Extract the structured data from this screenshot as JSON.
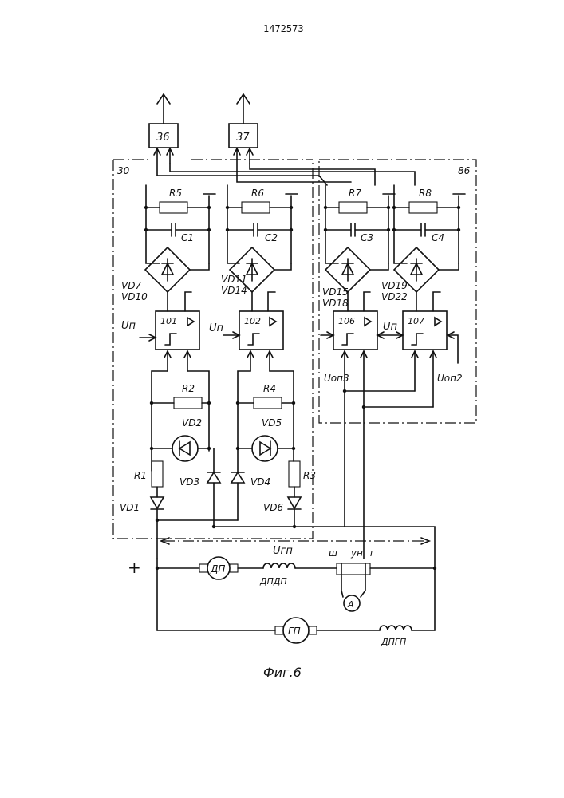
{
  "patent_number": "1472573",
  "figure_caption": "Фиг.6",
  "blocks": {
    "out_left": "36",
    "out_right": "37",
    "frame_left": "30",
    "frame_right": "86"
  },
  "amplifiers": {
    "a1": "101",
    "a2": "102",
    "a3": "106",
    "a4": "107"
  },
  "resistors": {
    "r5": "R5",
    "r6": "R6",
    "r7": "R7",
    "r8": "R8",
    "r2": "R2",
    "r4": "R4",
    "r1": "R1",
    "r3": "R3"
  },
  "capacitors": {
    "c1": "C1",
    "c2": "C2",
    "c3": "C3",
    "c4": "C4"
  },
  "diodes": {
    "vd7": "VD7",
    "vd10": "VD10",
    "vd11": "VD11",
    "vd14": "VD14",
    "vd15": "VD15",
    "vd18": "VD18",
    "vd19": "VD19",
    "vd22": "VD22",
    "vd2": "VD2",
    "vd5": "VD5",
    "vd3": "VD3",
    "vd4": "VD4",
    "vd1": "VD1",
    "vd6": "VD6"
  },
  "signals": {
    "un_1": "Uп",
    "un_2": "Uп",
    "un_3": "Uп",
    "uop3": "Uоп3",
    "uop2": "Uоп2",
    "ugp": "Uгп"
  },
  "power": {
    "plus": "+",
    "motor_dp": "ДП",
    "winding_dpdp": "ДПДП",
    "generator_gp": "ГП",
    "winding_dpgp": "ДПГП",
    "ammeter": "A",
    "shunt_sh": "ш",
    "shunt_un": "ун",
    "shunt_t": "т"
  }
}
